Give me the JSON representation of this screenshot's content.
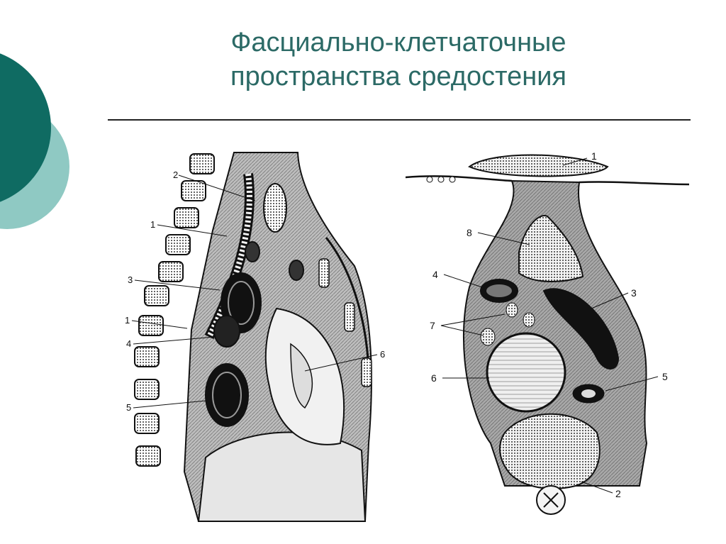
{
  "title": {
    "line1": "Фасциально-клетчаточные",
    "line2": "пространства средостения"
  },
  "colors": {
    "accent_dark": "#0f6b62",
    "accent_light": "#8fc9c3",
    "title_text": "#2c6a66",
    "ink": "#1a1a1a",
    "tissue": "#9a9a9a"
  },
  "left_figure": {
    "labels": [
      "2",
      "1",
      "3",
      "1",
      "4",
      "5",
      "6"
    ]
  },
  "right_figure": {
    "labels": [
      "1",
      "8",
      "4",
      "3",
      "7",
      "6",
      "5",
      "2"
    ]
  }
}
